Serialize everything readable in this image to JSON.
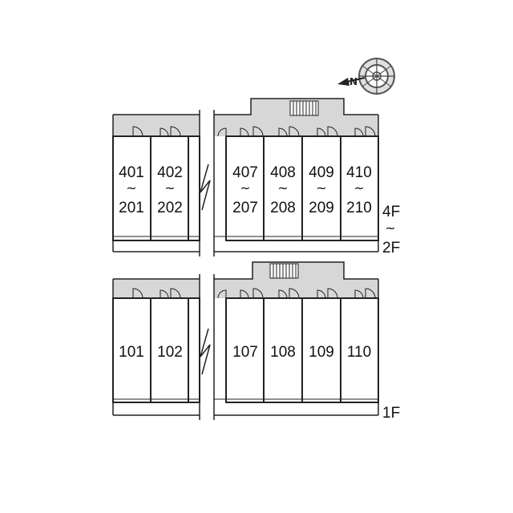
{
  "compass": {
    "north_label": "N"
  },
  "upper_block": {
    "units": [
      {
        "top": "401",
        "bottom": "201"
      },
      {
        "top": "402",
        "bottom": "202"
      },
      {
        "top": "407",
        "bottom": "207"
      },
      {
        "top": "408",
        "bottom": "208"
      },
      {
        "top": "409",
        "bottom": "209"
      },
      {
        "top": "410",
        "bottom": "210"
      }
    ],
    "range_mark": "~",
    "floor_top": "4F",
    "floor_bottom": "2F"
  },
  "lower_block": {
    "units": [
      "101",
      "102",
      "107",
      "108",
      "109",
      "110"
    ],
    "floor": "1F"
  }
}
